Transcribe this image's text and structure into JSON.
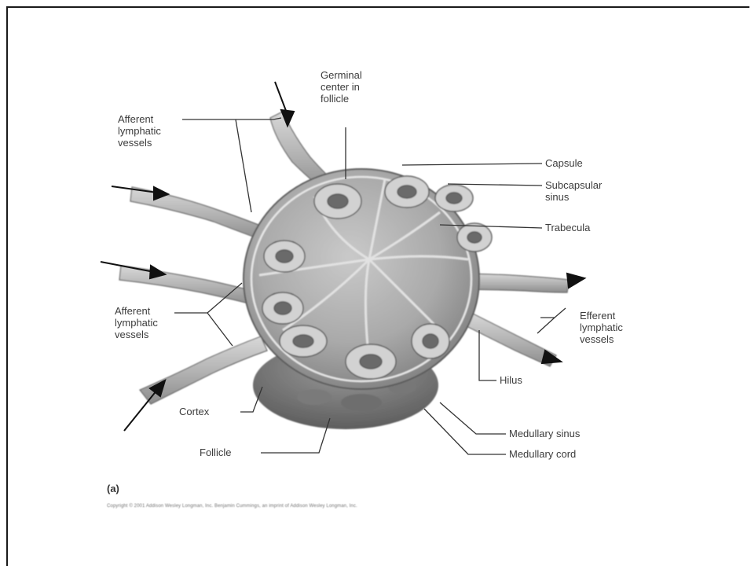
{
  "figure": {
    "part_label": "(a)",
    "copyright": "Copyright © 2001 Addison Wesley Longman, Inc. Benjamin Cummings, an imprint of Addison Wesley Longman, Inc."
  },
  "labels": {
    "germinal": [
      "Germinal",
      "center in",
      "follicle"
    ],
    "afferent_top": [
      "Afferent",
      "lymphatic",
      "vessels"
    ],
    "capsule": "Capsule",
    "subcapsular": [
      "Subcapsular",
      "sinus"
    ],
    "trabecula": "Trabecula",
    "afferent_bottom": [
      "Afferent",
      "lymphatic",
      "vessels"
    ],
    "efferent": [
      "Efferent",
      "lymphatic",
      "vessels"
    ],
    "hilus": "Hilus",
    "cortex": "Cortex",
    "follicle": "Follicle",
    "medullary_sinus": "Medullary sinus",
    "medullary_cord": "Medullary cord"
  }
}
